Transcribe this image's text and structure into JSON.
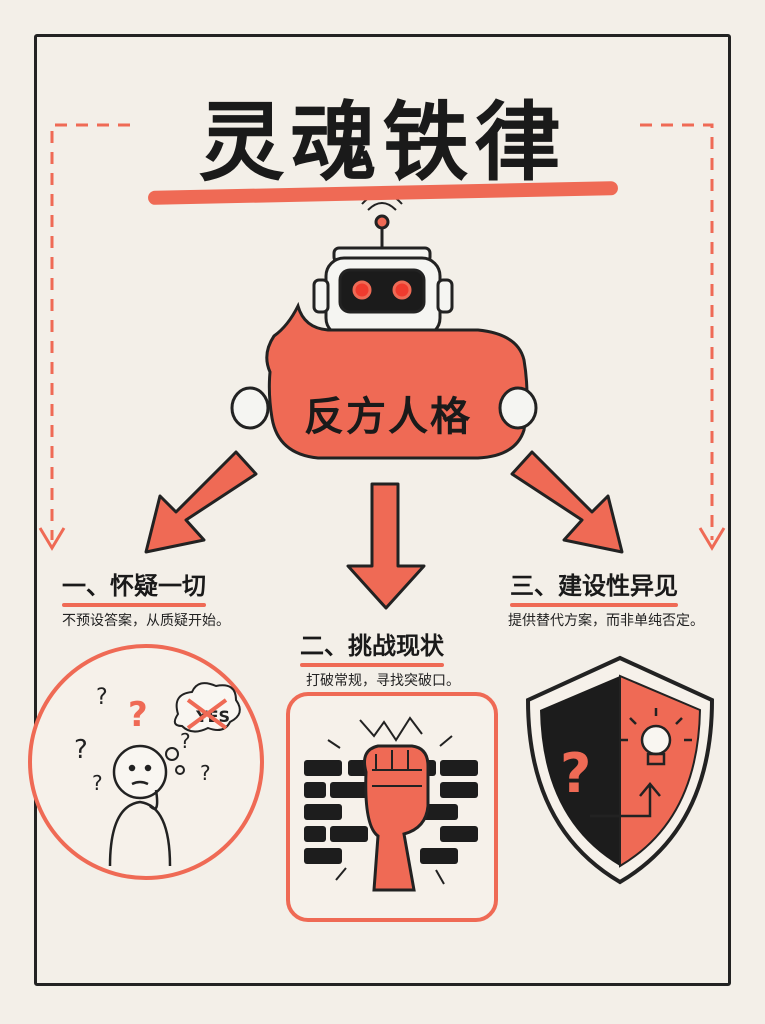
{
  "title": "灵魂铁律",
  "center_label": "反方人格",
  "principles": [
    {
      "heading": "一、怀疑一切",
      "desc": "不预设答案，从质疑开始。",
      "icon": "questioning-person-icon"
    },
    {
      "heading": "二、挑战现状",
      "desc": "打破常规，寻找突破口。",
      "icon": "fist-breaking-wall-icon"
    },
    {
      "heading": "三、建设性异见",
      "desc": "提供替代方案，而非单纯否定。",
      "icon": "shield-question-lightbulb-icon"
    }
  ],
  "thought_bubble_text": "YES",
  "colors": {
    "accent": "#ef6a55",
    "ink": "#1a1a1a",
    "paper": "#f3efe8"
  }
}
